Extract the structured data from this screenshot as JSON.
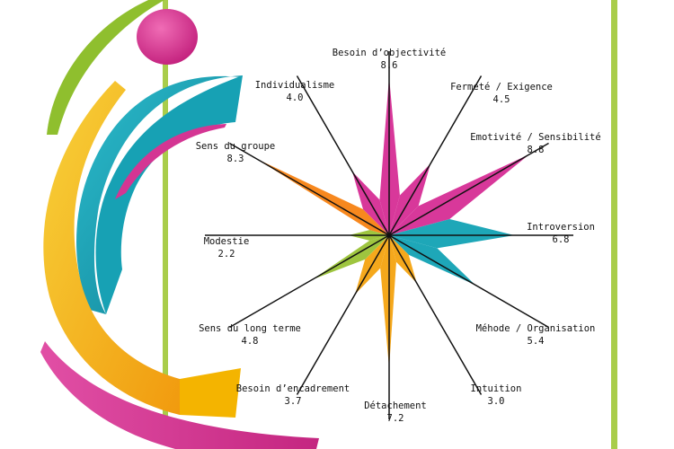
{
  "colors": {
    "background": "#ffffff",
    "frame_green": "#a9cd4b",
    "deco_green": "#8fbf2e",
    "deco_magenta": "#d8308f",
    "deco_teal": "#1aa3b6",
    "deco_yellow": "#f4b400",
    "deco_pink": "#dc3c9c",
    "axis_line": "#111111"
  },
  "chart_data": {
    "type": "radar",
    "scale_max": 10,
    "axes": [
      {
        "label": "Besoin d’objectivité",
        "value": 8.6,
        "color": "#d8389a"
      },
      {
        "label": "Fermeté / Exigence",
        "value": 4.5,
        "color": "#d8389a"
      },
      {
        "label": "Emotivité / Sensibilité",
        "value": 8.8,
        "color": "#d8389a"
      },
      {
        "label": "Introversion",
        "value": 6.8,
        "color": "#1ea7b8"
      },
      {
        "label": "Méhode / Organisation",
        "value": 5.4,
        "color": "#1ea7b8"
      },
      {
        "label": "Intuition",
        "value": 3.0,
        "color": "#f5a81c"
      },
      {
        "label": "Détachement",
        "value": 7.2,
        "color": "#f5a81c"
      },
      {
        "label": "Besoin d’encadrement",
        "value": 3.7,
        "color": "#f5a81c"
      },
      {
        "label": "Sens du long terme",
        "value": 4.8,
        "color": "#9ec53f"
      },
      {
        "label": "Modestie",
        "value": 2.2,
        "color": "#9ec53f"
      },
      {
        "label": "Sens du groupe",
        "value": 8.3,
        "color": "#f7881e"
      },
      {
        "label": "Individualisme",
        "value": 4.0,
        "color": "#d8389a"
      }
    ]
  }
}
